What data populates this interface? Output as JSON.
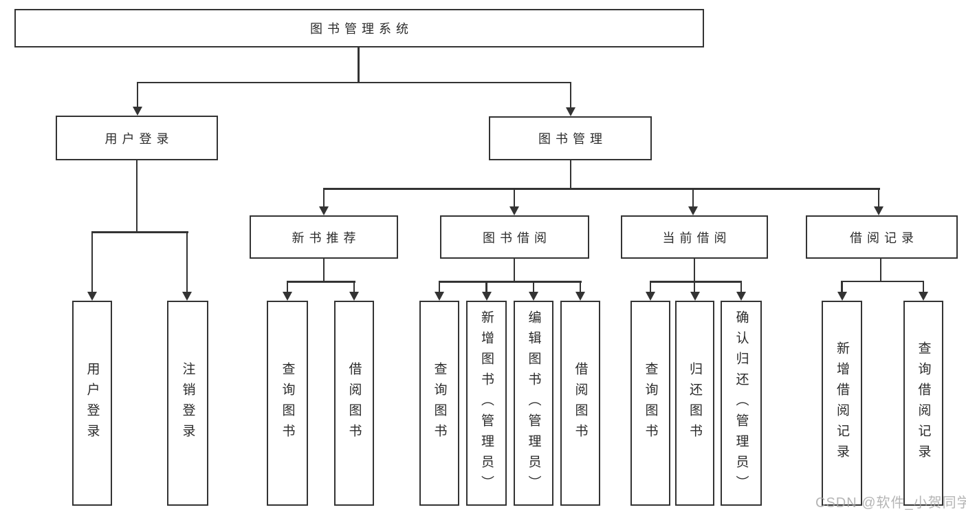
{
  "watermark": "CSDN @软件_小贺同学",
  "colors": {
    "line": "#333333",
    "text": "#2b2b2b",
    "background": "#ffffff",
    "watermark_color": "#a5a5a5"
  },
  "tree": {
    "root": "图书管理系统",
    "branches": [
      {
        "label": "用户登录",
        "children": [
          "用户登录",
          "注销登录"
        ]
      },
      {
        "label": "图书管理",
        "children": [
          {
            "label": "新书推荐",
            "children": [
              "查询图书",
              "借阅图书"
            ]
          },
          {
            "label": "图书借阅",
            "children": [
              "查询图书",
              "新增图书（管理员）",
              "编辑图书（管理员）",
              "借阅图书"
            ]
          },
          {
            "label": "当前借阅",
            "children": [
              "查询图书",
              "归还图书",
              "确认归还（管理员）"
            ]
          },
          {
            "label": "借阅记录",
            "children": [
              "新增借阅记录",
              "查询借阅记录"
            ]
          }
        ]
      }
    ]
  }
}
